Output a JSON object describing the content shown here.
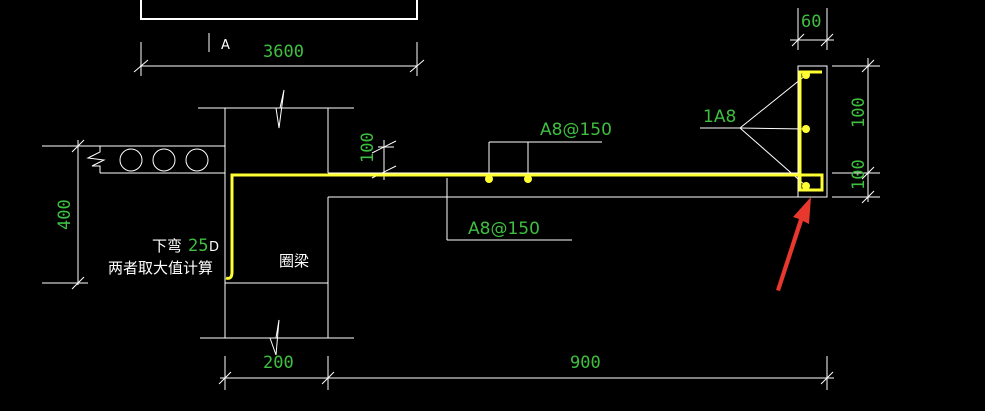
{
  "dimensions": {
    "span_top": "3600",
    "tip_width": "60",
    "tip_height_upper": "100",
    "tip_height_lower": "100",
    "slab_thickness": "100",
    "beam_height": "400",
    "beam_width": "200",
    "cantilever_length": "900"
  },
  "labels": {
    "axis_mark": "A",
    "rebar_top": "A8@150",
    "rebar_bottom": "A8@150",
    "rebar_edge": "1A8",
    "bend_prefix": "下弯",
    "bend_value": "25",
    "bend_suffix": "D",
    "bend_note": "两者取大值计算",
    "ring_beam": "圈梁"
  },
  "colors": {
    "background": "#000000",
    "lines": "#ffffff",
    "dimension_text": "#3fbf3f",
    "rebar": "#ffff33",
    "arrow": "#e8372c"
  }
}
